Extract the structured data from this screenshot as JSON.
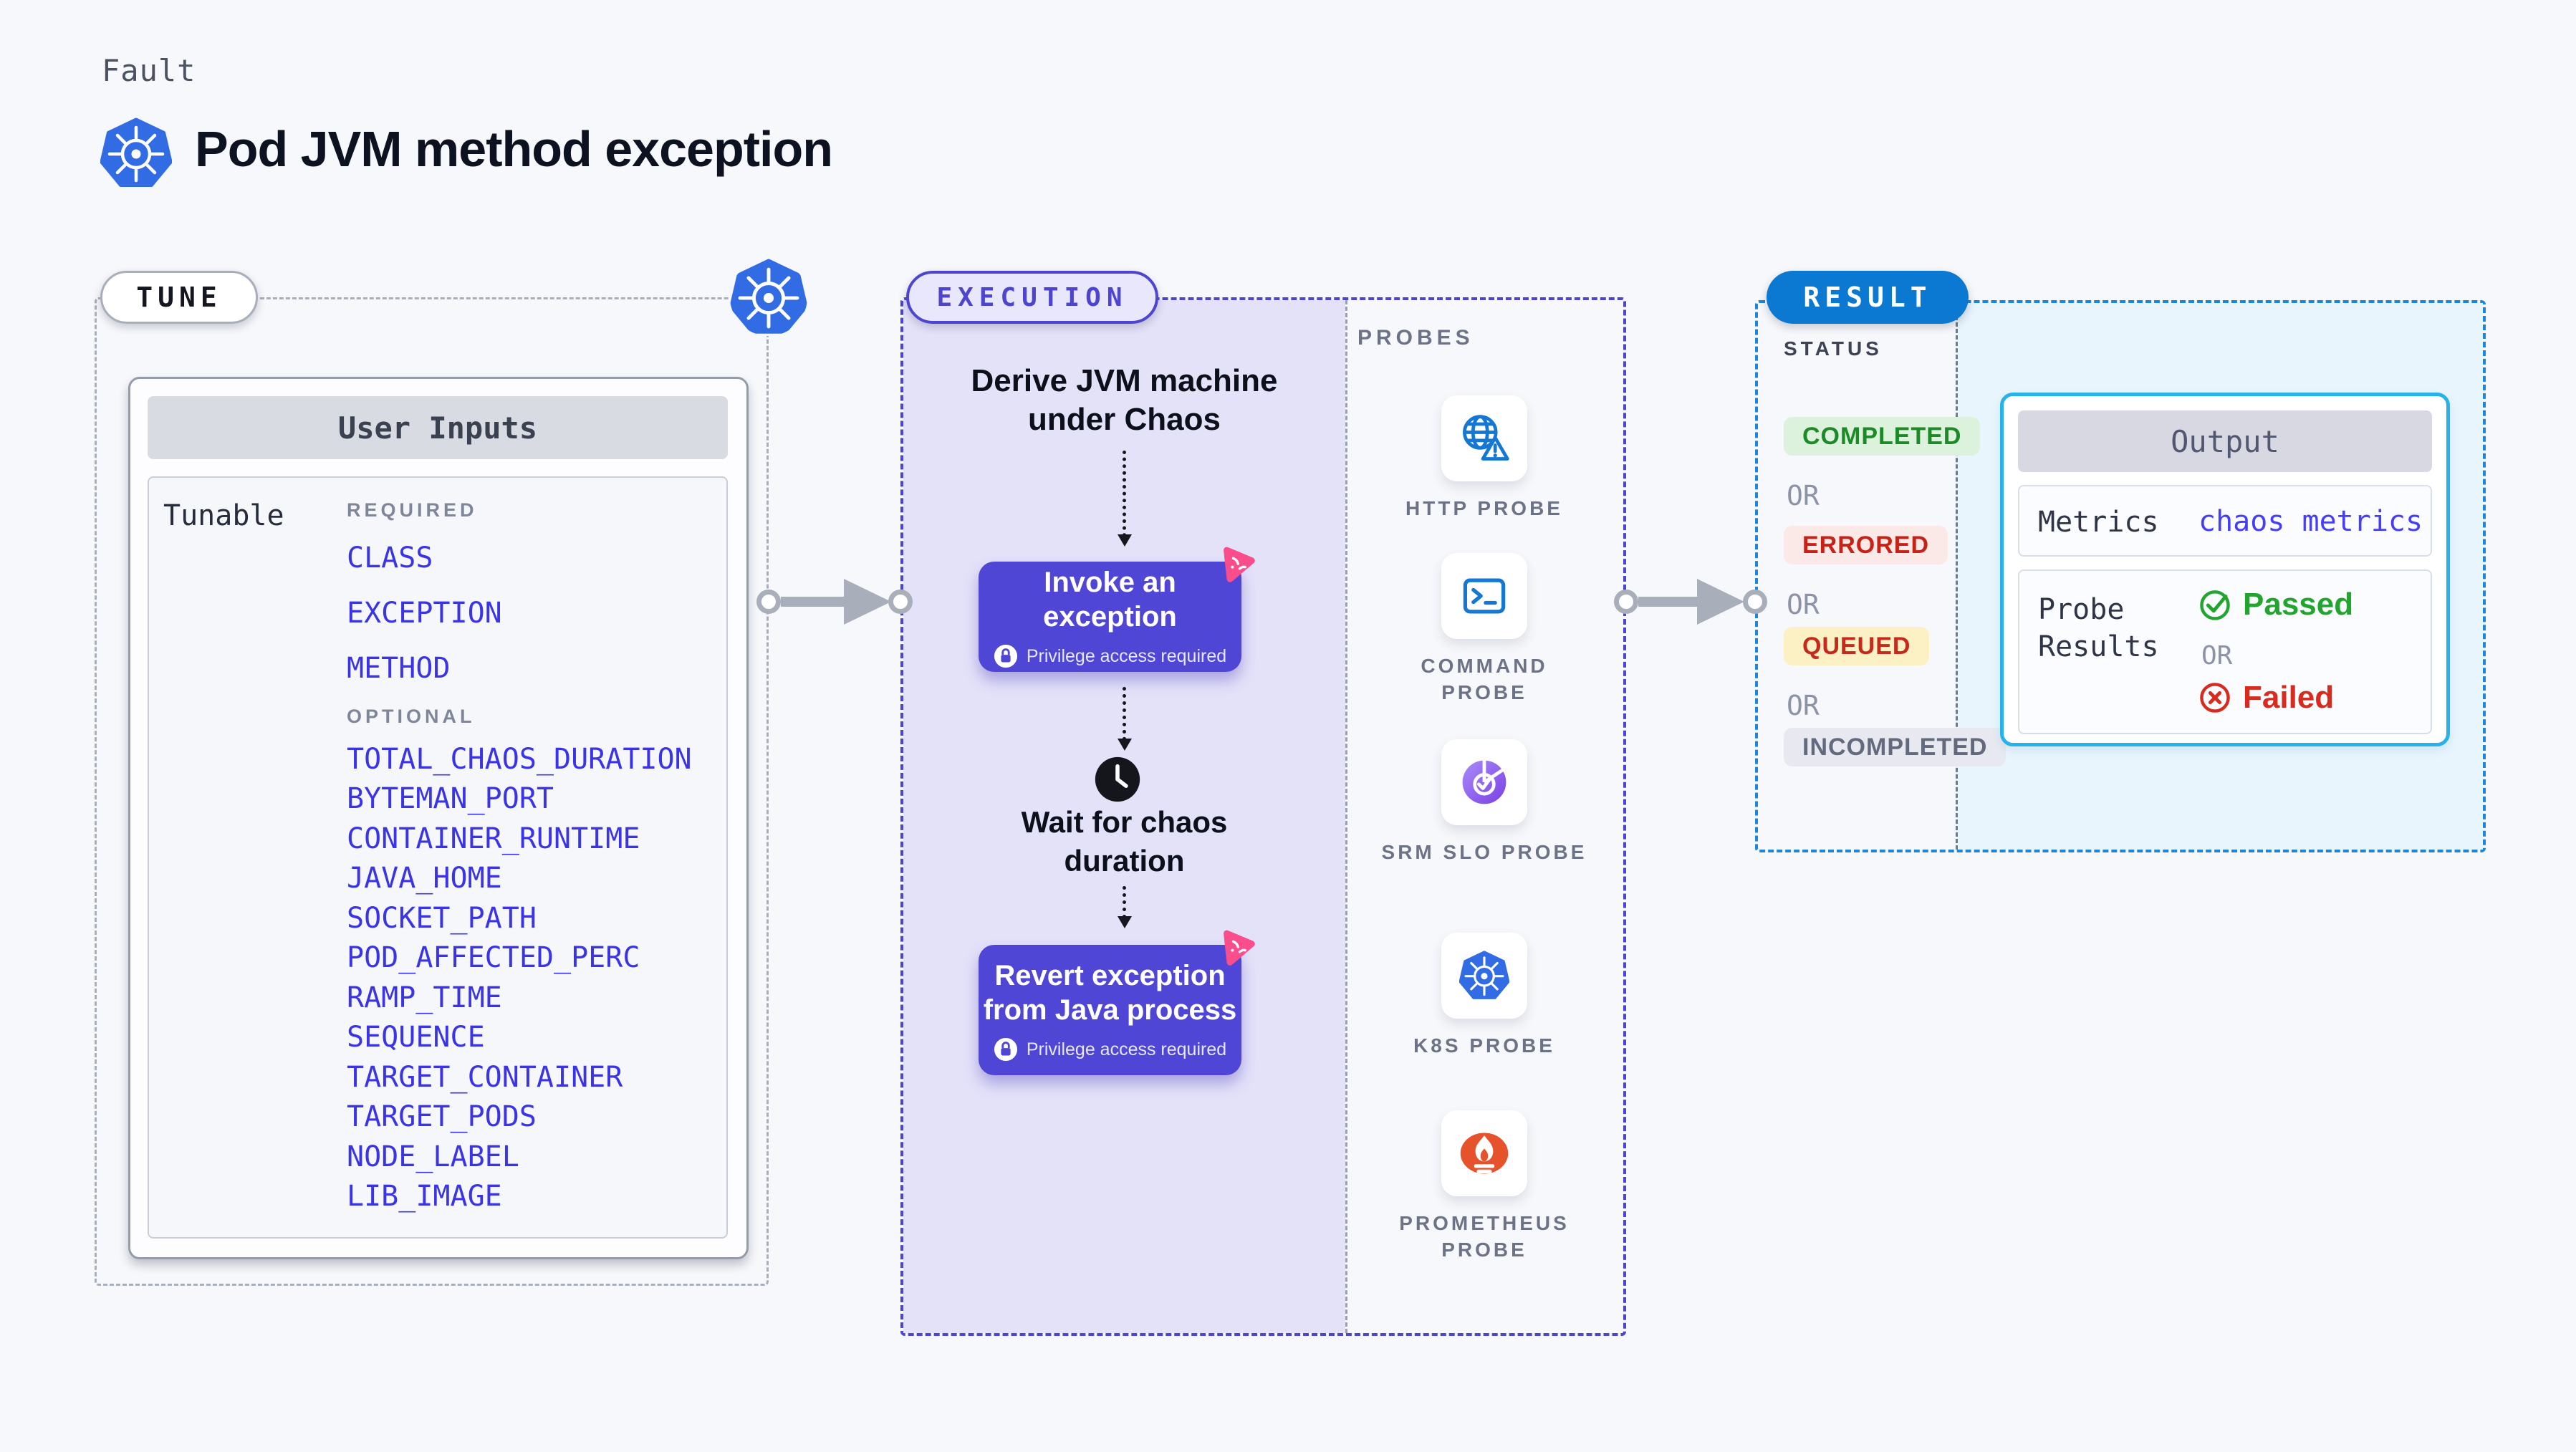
{
  "header": {
    "eyebrow": "Fault",
    "title": "Pod JVM method exception"
  },
  "tune": {
    "badge": "TUNE",
    "card_title": "User Inputs",
    "row_label": "Tunable",
    "required_label": "REQUIRED",
    "required_items": [
      "CLASS",
      "EXCEPTION",
      "METHOD"
    ],
    "optional_label": "OPTIONAL",
    "optional_items": [
      "TOTAL_CHAOS_DURATION",
      "BYTEMAN_PORT",
      "CONTAINER_RUNTIME",
      "JAVA_HOME",
      "SOCKET_PATH",
      "POD_AFFECTED_PERC",
      "RAMP_TIME",
      "SEQUENCE",
      "TARGET_CONTAINER",
      "TARGET_PODS",
      "NODE_LABEL",
      "LIB_IMAGE"
    ]
  },
  "execution": {
    "badge": "EXECUTION",
    "derive_line1": "Derive JVM machine",
    "derive_line2": "under Chaos",
    "invoke_title": "Invoke an exception",
    "privilege_note": "Privilege access required",
    "wait_line1": "Wait for chaos",
    "wait_line2": "duration",
    "revert_line1": "Revert exception",
    "revert_line2": "from Java process"
  },
  "probes": {
    "title": "PROBES",
    "items": [
      {
        "label": "HTTP PROBE",
        "icon": "globe-warning-icon"
      },
      {
        "label": "COMMAND PROBE",
        "icon": "terminal-icon"
      },
      {
        "label": "SRM SLO PROBE",
        "icon": "slo-pie-icon"
      },
      {
        "label": "K8S PROBE",
        "icon": "kubernetes-icon"
      },
      {
        "label": "PROMETHEUS PROBE",
        "icon": "prometheus-icon"
      }
    ]
  },
  "result": {
    "badge": "RESULT",
    "status_label": "STATUS",
    "or": "OR",
    "chips": [
      {
        "label": "COMPLETED",
        "bg": "#ddf2dc",
        "color": "#1d8a28"
      },
      {
        "label": "ERRORED",
        "bg": "#fbe9e7",
        "color": "#c62218"
      },
      {
        "label": "QUEUED",
        "bg": "#fcf0c5",
        "color": "#c52a1d"
      },
      {
        "label": "INCOMPLETED",
        "bg": "#e8e9f0",
        "color": "#636a7e"
      }
    ],
    "output": {
      "title": "Output",
      "metrics_label": "Metrics",
      "metrics_value": "chaos metrics",
      "probe_line1": "Probe",
      "probe_line2": "Results",
      "passed_label": "Passed",
      "or": "OR",
      "failed_label": "Failed"
    }
  },
  "colors": {
    "page_bg": "#f7f8fb",
    "kubernetes_blue": "#326ce5",
    "execution_purple": "#4d44d0",
    "button_purple": "#4f46d6",
    "lavender_fill": "#e4e2f9",
    "result_blue": "#0b79d2",
    "output_border_cyan": "#27b2e9",
    "param_blue": "#3a34e6",
    "passed_green": "#23a42f",
    "failed_red": "#d62b1e",
    "chaos_pink": "#fa4d8c",
    "prometheus_orange": "#e6522c",
    "gray_dash": "#a8aeba"
  }
}
